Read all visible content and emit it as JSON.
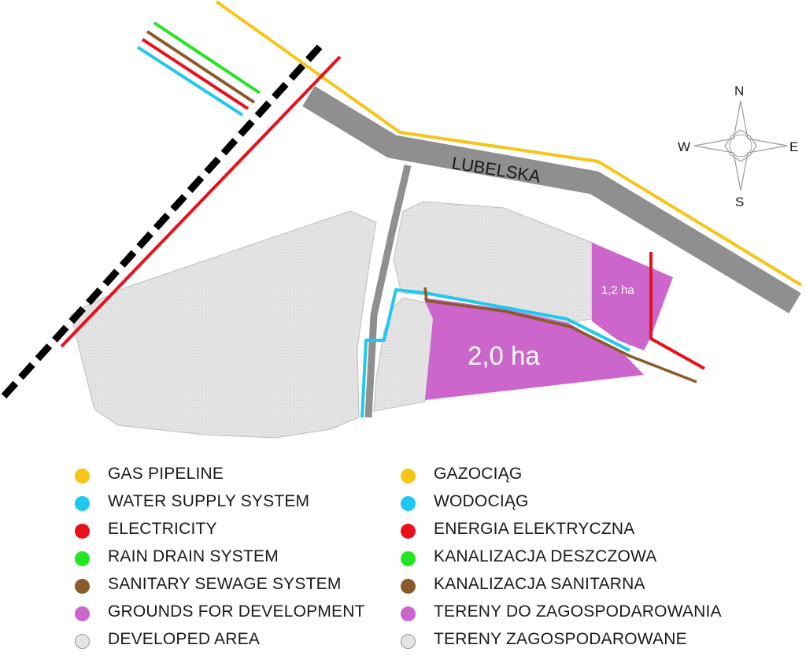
{
  "map": {
    "street_label": "LUBELSKA",
    "areas": [
      {
        "id": "plot-large",
        "label": "2,0 ha",
        "category": "development"
      },
      {
        "id": "plot-small",
        "label": "1,2 ha",
        "category": "development"
      }
    ],
    "compass": {
      "north": "N",
      "south": "S",
      "east": "E",
      "west": "W"
    }
  },
  "colors": {
    "gas": "#f5c518",
    "water": "#1ec8f0",
    "electricity": "#e8101a",
    "rain": "#22e622",
    "sewage": "#8b5a2b",
    "development": "#cc66cc",
    "developed": "#e4e4e4",
    "road": "#8f8f8f",
    "railway": "#000000"
  },
  "legend": {
    "en": [
      {
        "label": "GAS PIPELINE",
        "color": "#f5c518"
      },
      {
        "label": "WATER SUPPLY SYSTEM",
        "color": "#1ec8f0"
      },
      {
        "label": "ELECTRICITY",
        "color": "#e8101a"
      },
      {
        "label": "RAIN DRAIN SYSTEM",
        "color": "#22e622"
      },
      {
        "label": "SANITARY SEWAGE SYSTEM",
        "color": "#8b5a2b"
      },
      {
        "label": "GROUNDS FOR DEVELOPMENT",
        "color": "#cc66cc"
      },
      {
        "label": "DEVELOPED AREA",
        "color": "#e4e4e4"
      }
    ],
    "pl": [
      {
        "label": "GAZOCIĄG",
        "color": "#f5c518"
      },
      {
        "label": "WODOCIĄG",
        "color": "#1ec8f0"
      },
      {
        "label": "ENERGIA ELEKTRYCZNA",
        "color": "#e8101a"
      },
      {
        "label": "KANALIZACJA DESZCZOWA",
        "color": "#22e622"
      },
      {
        "label": "KANALIZACJA SANITARNA",
        "color": "#8b5a2b"
      },
      {
        "label": "TERENY DO ZAGOSPODAROWANIA",
        "color": "#cc66cc"
      },
      {
        "label": "TERENY ZAGOSPODAROWANE",
        "color": "#e4e4e4"
      }
    ]
  }
}
